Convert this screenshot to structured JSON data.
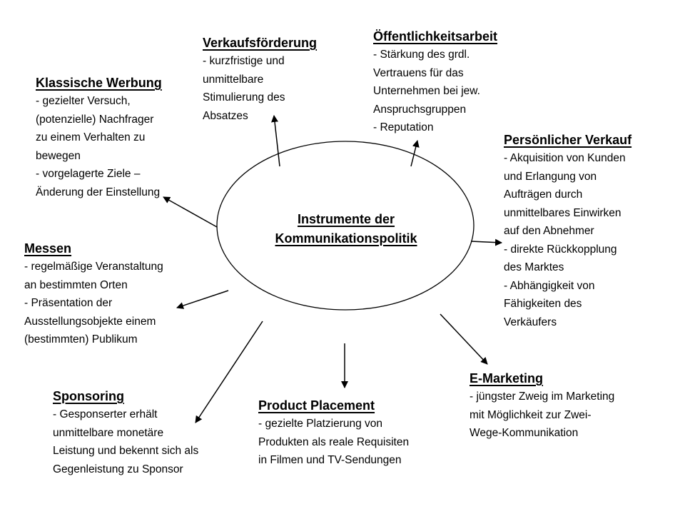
{
  "center": {
    "line1": "Instrumente der",
    "line2": "Kommunikationspolitik"
  },
  "nodes": {
    "klassische_werbung": {
      "title": "Klassische Werbung",
      "lines": [
        "- gezielter Versuch,",
        "(potenzielle) Nachfrager",
        "zu einem Verhalten zu",
        "bewegen",
        "- vorgelagerte Ziele –",
        "Änderung der Einstellung"
      ]
    },
    "verkaufsfoerderung": {
      "title": "Verkaufsförderung",
      "lines": [
        "- kurzfristige und",
        "unmittelbare",
        "Stimulierung des",
        "Absatzes"
      ]
    },
    "oeffentlichkeitsarbeit": {
      "title": "Öffentlichkeitsarbeit",
      "lines": [
        "- Stärkung des grdl.",
        "Vertrauens für das",
        "Unternehmen bei jew.",
        "Anspruchsgruppen",
        "- Reputation"
      ]
    },
    "persoenlicher_verkauf": {
      "title": "Persönlicher Verkauf",
      "lines": [
        "- Akquisition von Kunden",
        "und Erlangung von",
        "Aufträgen durch",
        "unmittelbares Einwirken",
        "auf den Abnehmer",
        "- direkte Rückkopplung",
        "des Marktes",
        "- Abhängigkeit von",
        "Fähigkeiten des",
        "Verkäufers"
      ]
    },
    "messen": {
      "title": "Messen",
      "lines": [
        "- regelmäßige Veranstaltung",
        "an bestimmten Orten",
        "- Präsentation der",
        "Ausstellungsobjekte einem",
        "(bestimmten) Publikum"
      ]
    },
    "e_marketing": {
      "title": "E-Marketing",
      "lines": [
        "- jüngster Zweig im Marketing",
        "mit Möglichkeit zur Zwei-",
        "Wege-Kommunikation"
      ]
    },
    "sponsoring": {
      "title": "Sponsoring",
      "lines": [
        "- Gesponserter erhält",
        "unmittelbare monetäre",
        "Leistung und bekennt sich als",
        "Gegenleistung zu Sponsor"
      ]
    },
    "product_placement": {
      "title": "Product Placement",
      "lines": [
        "- gezielte Platzierung von",
        "Produkten als reale Requisiten",
        "in Filmen und TV-Sendungen"
      ]
    }
  }
}
